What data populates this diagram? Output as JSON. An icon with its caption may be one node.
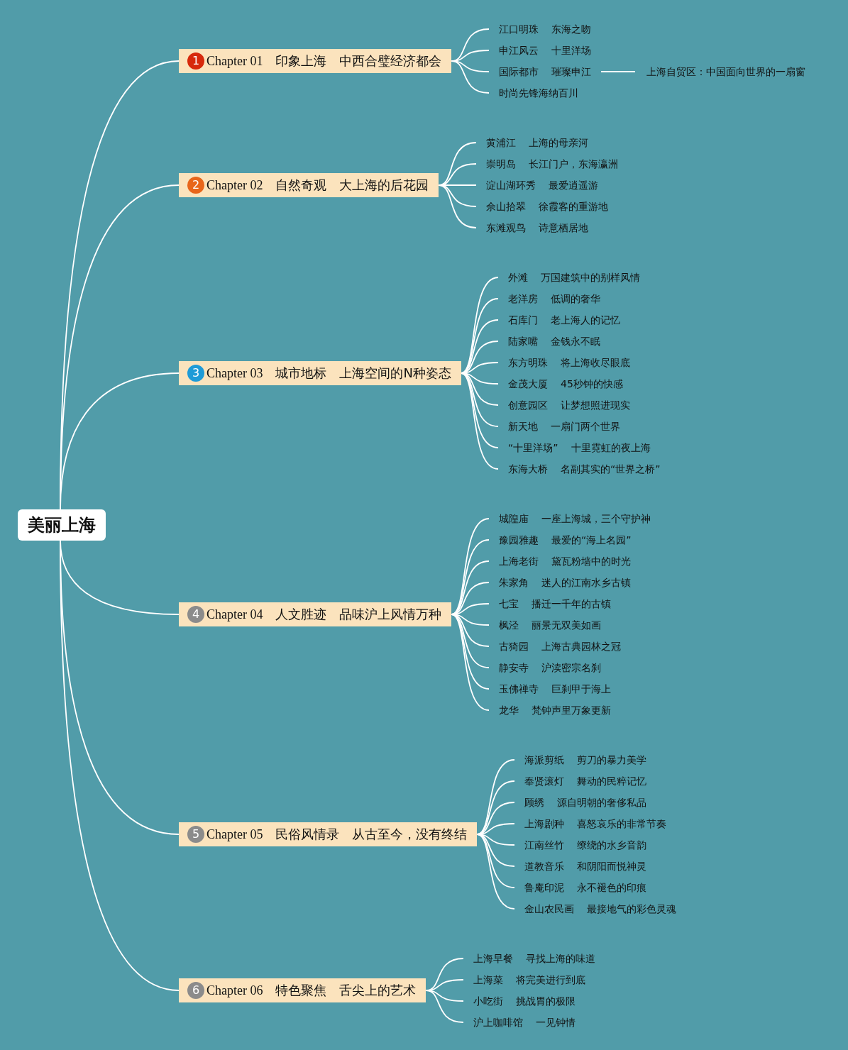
{
  "diagram": {
    "nodes": [
      {
        "text": [
          "美丽上海"
        ]
      },
      {
        "text": [
          "1",
          "Chapter 01",
          "印象上海",
          "中西合璧经济都会"
        ]
      },
      {
        "text": [
          "江口明珠",
          "东海之吻"
        ]
      },
      {
        "text": [
          "申江风云",
          "十里洋场"
        ]
      },
      {
        "text": [
          "国际都市",
          "璀璨申江"
        ]
      },
      {
        "text": [
          "时尚先锋海纳百川"
        ]
      },
      {
        "text": [
          "上海自贸区：中国面向世界的一扇窗"
        ]
      },
      {
        "text": [
          "2",
          "Chapter 02",
          "自然奇观",
          "大上海的后花园"
        ]
      },
      {
        "text": [
          "黄浦江",
          "上海的母亲河"
        ]
      },
      {
        "text": [
          "崇明岛",
          "长江门户，东海瀛洲"
        ]
      },
      {
        "text": [
          "淀山湖环秀",
          "最爱逍遥游"
        ]
      },
      {
        "text": [
          "佘山拾翠",
          "徐霞客的重游地"
        ]
      },
      {
        "text": [
          "东滩观鸟",
          "诗意栖居地"
        ]
      },
      {
        "text": [
          "3",
          "Chapter 03",
          "城市地标",
          "上海空间的N种姿态"
        ]
      },
      {
        "text": [
          "外滩",
          "万国建筑中的别样风情"
        ]
      },
      {
        "text": [
          "老洋房",
          "低调的奢华"
        ]
      },
      {
        "text": [
          "石库门",
          "老上海人的记忆"
        ]
      },
      {
        "text": [
          "陆家嘴",
          "金钱永不眠"
        ]
      },
      {
        "text": [
          "东方明珠",
          "将上海收尽眼底"
        ]
      },
      {
        "text": [
          "金茂大厦",
          "45秒钟的快感"
        ]
      },
      {
        "text": [
          "创意园区",
          "让梦想照进现实"
        ]
      },
      {
        "text": [
          "新天地",
          "一扇门两个世界"
        ]
      },
      {
        "text": [
          "“十里洋场”",
          "十里霓虹的夜上海"
        ]
      },
      {
        "text": [
          "东海大桥",
          "名副其实的“世界之桥”"
        ]
      },
      {
        "text": [
          "4",
          "Chapter 04",
          "人文胜迹",
          "品味沪上风情万种"
        ]
      },
      {
        "text": [
          "城隍庙",
          "一座上海城，三个守护神"
        ]
      },
      {
        "text": [
          "豫园雅趣",
          "最爱的“海上名园”"
        ]
      },
      {
        "text": [
          "上海老街",
          "黛瓦粉墙中的时光"
        ]
      },
      {
        "text": [
          "朱家角",
          "迷人的江南水乡古镇"
        ]
      },
      {
        "text": [
          "七宝",
          "播迁一千年的古镇"
        ]
      },
      {
        "text": [
          "枫泾",
          "丽景无双美如画"
        ]
      },
      {
        "text": [
          "古猗园",
          "上海古典园林之冠"
        ]
      },
      {
        "text": [
          "静安寺",
          "沪渎密宗名刹"
        ]
      },
      {
        "text": [
          "玉佛禅寺",
          "巨刹甲于海上"
        ]
      },
      {
        "text": [
          "龙华",
          "梵钟声里万象更新"
        ]
      },
      {
        "text": [
          "5",
          "Chapter 05",
          "民俗风情录",
          "从古至今，没有终结"
        ]
      },
      {
        "text": [
          "海派剪纸",
          "剪刀的暴力美学"
        ]
      },
      {
        "text": [
          "奉贤滚灯",
          "舞动的民粹记忆"
        ]
      },
      {
        "text": [
          "顾绣",
          "源自明朝的奢侈私品"
        ]
      },
      {
        "text": [
          "上海剧种",
          "喜怒哀乐的非常节奏"
        ]
      },
      {
        "text": [
          "江南丝竹",
          "缭绕的水乡音韵"
        ]
      },
      {
        "text": [
          "道教音乐",
          "和阴阳而悦神灵"
        ]
      },
      {
        "text": [
          "鲁庵印泥",
          "永不褪色的印痕"
        ]
      },
      {
        "text": [
          "金山农民画",
          "最接地气的彩色灵魂"
        ]
      },
      {
        "text": [
          "6",
          "Chapter 06",
          "特色聚焦",
          "舌尖上的艺术"
        ]
      },
      {
        "text": [
          "上海早餐",
          "寻找上海的味道"
        ]
      },
      {
        "text": [
          "上海菜",
          "将完美进行到底"
        ]
      },
      {
        "text": [
          "小吃街",
          "挑战胃的极限"
        ]
      },
      {
        "text": [
          "沪上咖啡馆",
          "一见钟情"
        ]
      }
    ],
    "edges": [
      {
        "from": 0,
        "to": 1,
        "arrow": "none"
      },
      {
        "from": 0,
        "to": 7,
        "arrow": "none"
      },
      {
        "from": 0,
        "to": 13,
        "arrow": "none"
      },
      {
        "from": 0,
        "to": 24,
        "arrow": "none"
      },
      {
        "from": 0,
        "to": 35,
        "arrow": "none"
      },
      {
        "from": 0,
        "to": 44,
        "arrow": "none"
      },
      {
        "from": 1,
        "to": 2,
        "arrow": "none"
      },
      {
        "from": 1,
        "to": 3,
        "arrow": "none"
      },
      {
        "from": 1,
        "to": 4,
        "arrow": "none"
      },
      {
        "from": 1,
        "to": 5,
        "arrow": "none"
      },
      {
        "from": 4,
        "to": 6,
        "arrow": "none"
      },
      {
        "from": 7,
        "to": 8,
        "arrow": "none"
      },
      {
        "from": 7,
        "to": 9,
        "arrow": "none"
      },
      {
        "from": 7,
        "to": 10,
        "arrow": "none"
      },
      {
        "from": 7,
        "to": 11,
        "arrow": "none"
      },
      {
        "from": 7,
        "to": 12,
        "arrow": "none"
      },
      {
        "from": 13,
        "to": 14,
        "arrow": "none"
      },
      {
        "from": 13,
        "to": 15,
        "arrow": "none"
      },
      {
        "from": 13,
        "to": 16,
        "arrow": "none"
      },
      {
        "from": 13,
        "to": 17,
        "arrow": "none"
      },
      {
        "from": 13,
        "to": 18,
        "arrow": "none"
      },
      {
        "from": 13,
        "to": 19,
        "arrow": "none"
      },
      {
        "from": 13,
        "to": 20,
        "arrow": "none"
      },
      {
        "from": 13,
        "to": 21,
        "arrow": "none"
      },
      {
        "from": 13,
        "to": 22,
        "arrow": "none"
      },
      {
        "from": 13,
        "to": 23,
        "arrow": "none"
      },
      {
        "from": 24,
        "to": 25,
        "arrow": "none"
      },
      {
        "from": 24,
        "to": 26,
        "arrow": "none"
      },
      {
        "from": 24,
        "to": 27,
        "arrow": "none"
      },
      {
        "from": 24,
        "to": 28,
        "arrow": "none"
      },
      {
        "from": 24,
        "to": 29,
        "arrow": "none"
      },
      {
        "from": 24,
        "to": 30,
        "arrow": "none"
      },
      {
        "from": 24,
        "to": 31,
        "arrow": "none"
      },
      {
        "from": 24,
        "to": 32,
        "arrow": "none"
      },
      {
        "from": 24,
        "to": 33,
        "arrow": "none"
      },
      {
        "from": 24,
        "to": 34,
        "arrow": "none"
      },
      {
        "from": 35,
        "to": 36,
        "arrow": "none"
      },
      {
        "from": 35,
        "to": 37,
        "arrow": "none"
      },
      {
        "from": 35,
        "to": 38,
        "arrow": "none"
      },
      {
        "from": 35,
        "to": 39,
        "arrow": "none"
      },
      {
        "from": 35,
        "to": 40,
        "arrow": "none"
      },
      {
        "from": 35,
        "to": 41,
        "arrow": "none"
      },
      {
        "from": 35,
        "to": 42,
        "arrow": "none"
      },
      {
        "from": 35,
        "to": 43,
        "arrow": "none"
      },
      {
        "from": 44,
        "to": 45,
        "arrow": "none"
      },
      {
        "from": 44,
        "to": 46,
        "arrow": "none"
      },
      {
        "from": 44,
        "to": 47,
        "arrow": "none"
      },
      {
        "from": 44,
        "to": 48,
        "arrow": "none"
      }
    ]
  }
}
